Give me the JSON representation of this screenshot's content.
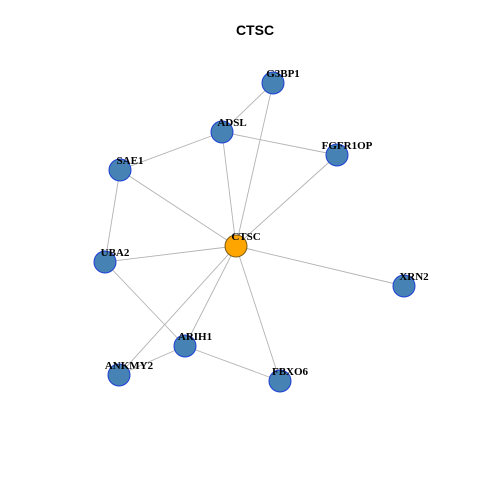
{
  "title": "CTSC",
  "colors": {
    "edge": "#b3b3b3",
    "node_fill": "#4682b4",
    "node_stroke": "#1e3fd4",
    "center_fill": "#ffa500",
    "center_stroke": "#7a5a1a"
  },
  "graph": {
    "center": "CTSC",
    "nodes": [
      "G3BP1",
      "ADSL",
      "FGFR1OP",
      "SAE1",
      "CTSC",
      "UBA2",
      "XRN2",
      "ARIH1",
      "ANKMY2",
      "FBXO6"
    ],
    "edges": [
      [
        "CTSC",
        "G3BP1"
      ],
      [
        "CTSC",
        "ADSL"
      ],
      [
        "CTSC",
        "FGFR1OP"
      ],
      [
        "CTSC",
        "SAE1"
      ],
      [
        "CTSC",
        "UBA2"
      ],
      [
        "CTSC",
        "XRN2"
      ],
      [
        "CTSC",
        "ARIH1"
      ],
      [
        "CTSC",
        "ANKMY2"
      ],
      [
        "CTSC",
        "FBXO6"
      ],
      [
        "G3BP1",
        "ADSL"
      ],
      [
        "ADSL",
        "SAE1"
      ],
      [
        "ADSL",
        "FGFR1OP"
      ],
      [
        "SAE1",
        "UBA2"
      ],
      [
        "UBA2",
        "ARIH1"
      ],
      [
        "ARIH1",
        "ANKMY2"
      ],
      [
        "ARIH1",
        "FBXO6"
      ]
    ]
  }
}
